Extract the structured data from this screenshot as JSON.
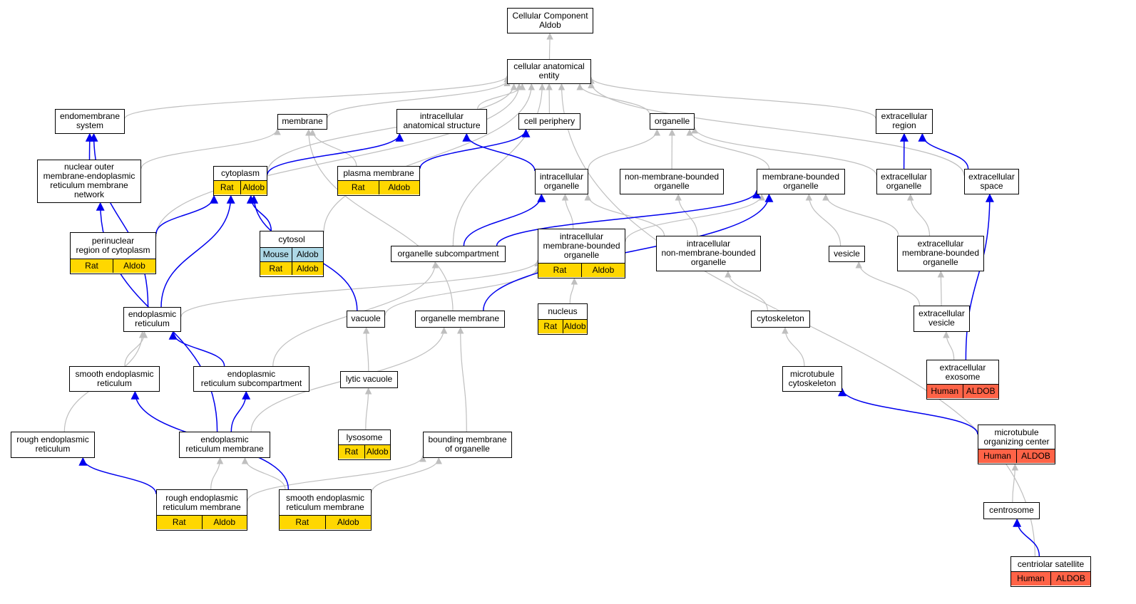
{
  "colors": {
    "gray_edge": "#bfbfbf",
    "blue_edge": "#0000ee",
    "rat": "#ffd700",
    "mouse": "#add8e6",
    "human": "#ff6347"
  },
  "nodes": {
    "cc": {
      "label": "Cellular Component\nAldob"
    },
    "cae": {
      "label": "cellular anatomical\nentity"
    },
    "endo_sys": {
      "label": "endomembrane\nsystem"
    },
    "membrane": {
      "label": "membrane"
    },
    "ias": {
      "label": "intracellular\nanatomical structure"
    },
    "cell_periphery": {
      "label": "cell periphery"
    },
    "organelle": {
      "label": "organelle"
    },
    "ext_region": {
      "label": "extracellular\nregion"
    },
    "nomern": {
      "label": "nuclear outer\nmembrane-endoplasmic\nreticulum membrane\nnetwork"
    },
    "cytoplasm": {
      "label": "cytoplasm",
      "rows": [
        [
          "Rat",
          "Aldob"
        ]
      ]
    },
    "plasma_membrane": {
      "label": "plasma membrane",
      "rows": [
        [
          "Rat",
          "Aldob"
        ]
      ]
    },
    "intra_org": {
      "label": "intracellular\norganelle"
    },
    "nmbo": {
      "label": "non-membrane-bounded\norganelle"
    },
    "mbo": {
      "label": "membrane-bounded\norganelle"
    },
    "ext_org": {
      "label": "extracellular\norganelle"
    },
    "ext_space": {
      "label": "extracellular\nspace"
    },
    "perinuclear": {
      "label": "perinuclear\nregion of cytoplasm",
      "rows": [
        [
          "Rat",
          "Aldob"
        ]
      ]
    },
    "cytosol": {
      "label": "cytosol",
      "rows": [
        [
          "Mouse",
          "Aldob"
        ],
        [
          "Rat",
          "Aldob"
        ]
      ]
    },
    "org_subcomp": {
      "label": "organelle subcompartment"
    },
    "imbo": {
      "label": "intracellular\nmembrane-bounded\norganelle",
      "rows": [
        [
          "Rat",
          "Aldob"
        ]
      ]
    },
    "inmbo": {
      "label": "intracellular\nnon-membrane-bounded\norganelle"
    },
    "vesicle": {
      "label": "vesicle"
    },
    "embo": {
      "label": "extracellular\nmembrane-bounded\norganelle"
    },
    "er": {
      "label": "endoplasmic\nreticulum"
    },
    "vacuole": {
      "label": "vacuole"
    },
    "org_membrane": {
      "label": "organelle membrane"
    },
    "nucleus": {
      "label": "nucleus",
      "rows": [
        [
          "Rat",
          "Aldob"
        ]
      ]
    },
    "cytoskeleton": {
      "label": "cytoskeleton"
    },
    "ext_vesicle": {
      "label": "extracellular\nvesicle"
    },
    "ser": {
      "label": "smooth endoplasmic\nreticulum"
    },
    "er_subcomp": {
      "label": "endoplasmic\nreticulum subcompartment"
    },
    "lytic_vacuole": {
      "label": "lytic vacuole"
    },
    "mt_cytoskeleton": {
      "label": "microtubule\ncytoskeleton"
    },
    "ext_exosome": {
      "label": "extracellular\nexosome",
      "rows": [
        [
          "Human",
          "ALDOB"
        ]
      ]
    },
    "rer": {
      "label": "rough endoplasmic\nreticulum"
    },
    "er_membrane": {
      "label": "endoplasmic\nreticulum membrane"
    },
    "lysosome": {
      "label": "lysosome",
      "rows": [
        [
          "Rat",
          "Aldob"
        ]
      ]
    },
    "bmo": {
      "label": "bounding membrane\nof organelle"
    },
    "mtoc": {
      "label": "microtubule\norganizing center",
      "rows": [
        [
          "Human",
          "ALDOB"
        ]
      ]
    },
    "rer_membrane": {
      "label": "rough endoplasmic\nreticulum membrane",
      "rows": [
        [
          "Rat",
          "Aldob"
        ]
      ]
    },
    "ser_membrane": {
      "label": "smooth endoplasmic\nreticulum membrane",
      "rows": [
        [
          "Rat",
          "Aldob"
        ]
      ]
    },
    "centrosome": {
      "label": "centrosome"
    },
    "centriolar_sat": {
      "label": "centriolar satellite",
      "rows": [
        [
          "Human",
          "ALDOB"
        ]
      ]
    }
  },
  "edges": [
    {
      "from": "cae",
      "to": "cc",
      "kind": "is_a"
    },
    {
      "from": "endo_sys",
      "to": "cae",
      "kind": "is_a"
    },
    {
      "from": "membrane",
      "to": "cae",
      "kind": "is_a"
    },
    {
      "from": "ias",
      "to": "cae",
      "kind": "is_a"
    },
    {
      "from": "cell_periphery",
      "to": "cae",
      "kind": "is_a"
    },
    {
      "from": "organelle",
      "to": "cae",
      "kind": "is_a"
    },
    {
      "from": "ext_region",
      "to": "cae",
      "kind": "is_a"
    },
    {
      "from": "cytoplasm",
      "to": "cae",
      "kind": "is_a"
    },
    {
      "from": "perinuclear",
      "to": "cae",
      "kind": "is_a"
    },
    {
      "from": "cytosol",
      "to": "cae",
      "kind": "is_a"
    },
    {
      "from": "org_subcomp",
      "to": "cae",
      "kind": "is_a"
    },
    {
      "from": "ext_space",
      "to": "cae",
      "kind": "is_a"
    },
    {
      "from": "centriolar_sat",
      "to": "cae",
      "kind": "is_a"
    },
    {
      "from": "nomern",
      "to": "membrane",
      "kind": "is_a"
    },
    {
      "from": "plasma_membrane",
      "to": "membrane",
      "kind": "is_a"
    },
    {
      "from": "org_membrane",
      "to": "membrane",
      "kind": "is_a"
    },
    {
      "from": "intra_org",
      "to": "organelle",
      "kind": "is_a"
    },
    {
      "from": "nmbo",
      "to": "organelle",
      "kind": "is_a"
    },
    {
      "from": "mbo",
      "to": "organelle",
      "kind": "is_a"
    },
    {
      "from": "ext_org",
      "to": "organelle",
      "kind": "is_a"
    },
    {
      "from": "imbo",
      "to": "intra_org",
      "kind": "is_a"
    },
    {
      "from": "inmbo",
      "to": "intra_org",
      "kind": "is_a"
    },
    {
      "from": "imbo",
      "to": "mbo",
      "kind": "is_a"
    },
    {
      "from": "inmbo",
      "to": "nmbo",
      "kind": "is_a"
    },
    {
      "from": "vesicle",
      "to": "mbo",
      "kind": "is_a"
    },
    {
      "from": "embo",
      "to": "mbo",
      "kind": "is_a"
    },
    {
      "from": "embo",
      "to": "ext_org",
      "kind": "is_a"
    },
    {
      "from": "ext_vesicle",
      "to": "vesicle",
      "kind": "is_a"
    },
    {
      "from": "ext_vesicle",
      "to": "embo",
      "kind": "is_a"
    },
    {
      "from": "ext_exosome",
      "to": "ext_vesicle",
      "kind": "is_a"
    },
    {
      "from": "er",
      "to": "imbo",
      "kind": "is_a"
    },
    {
      "from": "vacuole",
      "to": "imbo",
      "kind": "is_a"
    },
    {
      "from": "nucleus",
      "to": "imbo",
      "kind": "is_a"
    },
    {
      "from": "cytoskeleton",
      "to": "inmbo",
      "kind": "is_a"
    },
    {
      "from": "mt_cytoskeleton",
      "to": "cytoskeleton",
      "kind": "is_a"
    },
    {
      "from": "ser",
      "to": "er",
      "kind": "is_a"
    },
    {
      "from": "rer",
      "to": "er",
      "kind": "is_a"
    },
    {
      "from": "er_subcomp",
      "to": "org_subcomp",
      "kind": "is_a"
    },
    {
      "from": "lytic_vacuole",
      "to": "vacuole",
      "kind": "is_a"
    },
    {
      "from": "lysosome",
      "to": "lytic_vacuole",
      "kind": "is_a"
    },
    {
      "from": "er_membrane",
      "to": "org_membrane",
      "kind": "is_a"
    },
    {
      "from": "bmo",
      "to": "org_membrane",
      "kind": "is_a"
    },
    {
      "from": "rer_membrane",
      "to": "er_membrane",
      "kind": "is_a"
    },
    {
      "from": "ser_membrane",
      "to": "er_membrane",
      "kind": "is_a"
    },
    {
      "from": "rer_membrane",
      "to": "bmo",
      "kind": "is_a"
    },
    {
      "from": "ser_membrane",
      "to": "bmo",
      "kind": "is_a"
    },
    {
      "from": "centrosome",
      "to": "mtoc",
      "kind": "is_a"
    },
    {
      "from": "nomern",
      "to": "endo_sys",
      "kind": "part_of"
    },
    {
      "from": "cytoplasm",
      "to": "ias",
      "kind": "part_of"
    },
    {
      "from": "plasma_membrane",
      "to": "cell_periphery",
      "kind": "part_of"
    },
    {
      "from": "intra_org",
      "to": "ias",
      "kind": "part_of"
    },
    {
      "from": "ext_org",
      "to": "ext_region",
      "kind": "part_of"
    },
    {
      "from": "ext_space",
      "to": "ext_region",
      "kind": "part_of"
    },
    {
      "from": "perinuclear",
      "to": "cytoplasm",
      "kind": "part_of"
    },
    {
      "from": "cytosol",
      "to": "cytoplasm",
      "kind": "part_of"
    },
    {
      "from": "er",
      "to": "cytoplasm",
      "kind": "part_of"
    },
    {
      "from": "vacuole",
      "to": "cytoplasm",
      "kind": "part_of"
    },
    {
      "from": "er",
      "to": "endo_sys",
      "kind": "part_of"
    },
    {
      "from": "org_subcomp",
      "to": "intra_org",
      "kind": "part_of"
    },
    {
      "from": "org_subcomp",
      "to": "mbo",
      "kind": "part_of"
    },
    {
      "from": "org_membrane",
      "to": "mbo",
      "kind": "part_of"
    },
    {
      "from": "er_subcomp",
      "to": "er",
      "kind": "part_of"
    },
    {
      "from": "er_membrane",
      "to": "er_subcomp",
      "kind": "part_of"
    },
    {
      "from": "er_membrane",
      "to": "nomern",
      "kind": "part_of"
    },
    {
      "from": "ser_membrane",
      "to": "ser",
      "kind": "part_of"
    },
    {
      "from": "rer_membrane",
      "to": "rer",
      "kind": "part_of"
    },
    {
      "from": "ext_exosome",
      "to": "ext_space",
      "kind": "part_of"
    },
    {
      "from": "mtoc",
      "to": "mt_cytoskeleton",
      "kind": "part_of"
    },
    {
      "from": "centriolar_sat",
      "to": "centrosome",
      "kind": "part_of"
    }
  ]
}
